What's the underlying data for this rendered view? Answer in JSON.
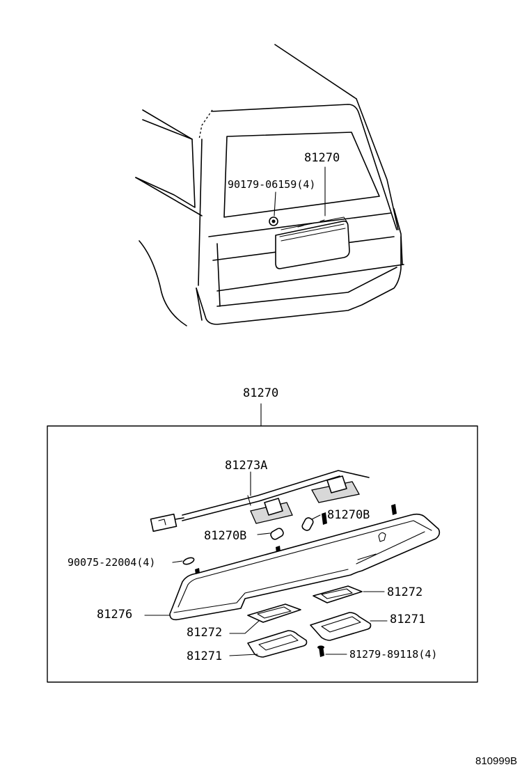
{
  "vehicle_view": {
    "callouts": {
      "license_garnish": "81270",
      "garnish_clip": "90179-06159(4)"
    }
  },
  "assembly": {
    "title": "81270",
    "callouts": {
      "wire_harness": "81273A",
      "bulb_right": "81270B",
      "bulb_left": "81270B",
      "screw_nut": "90075-22004(4)",
      "garnish_body": "81276",
      "lens_gasket_right": "81272",
      "lens_right": "81271",
      "lens_gasket_left": "81272",
      "lens_left": "81271",
      "lens_screw": "81279-89118(4)"
    }
  },
  "figure_id": "810999B"
}
